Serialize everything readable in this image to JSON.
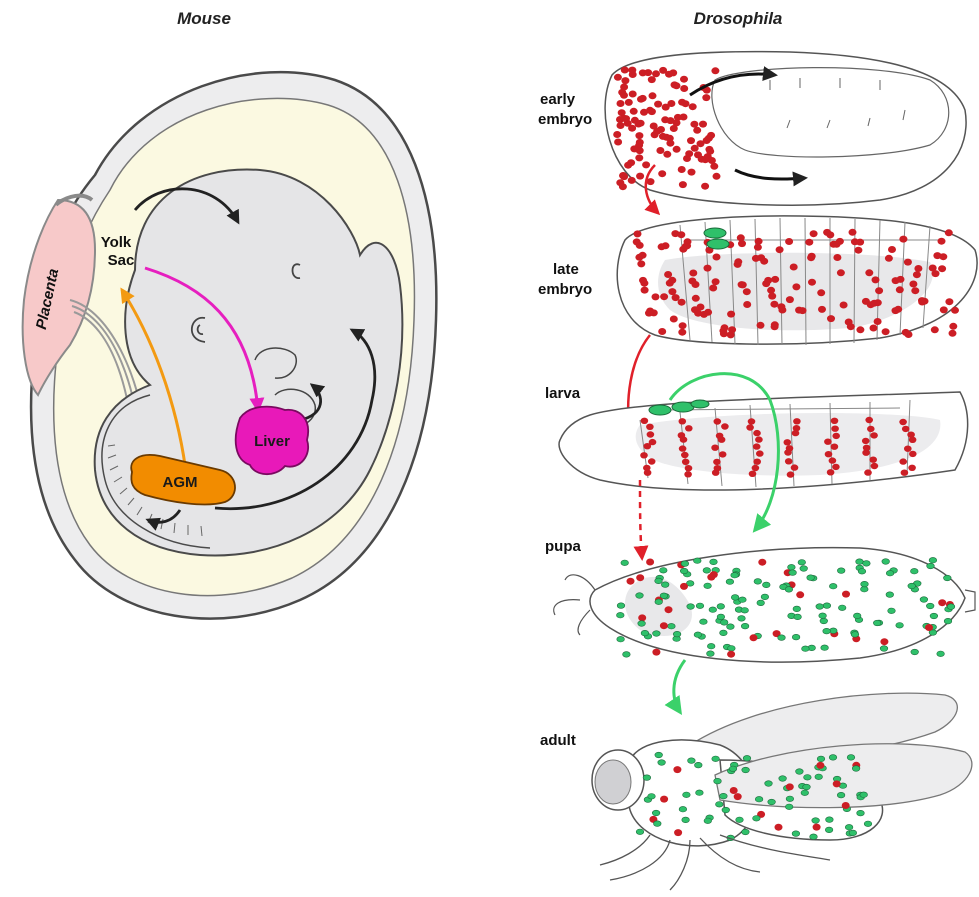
{
  "panels": {
    "mouse": {
      "title": "Mouse",
      "labels": {
        "yolk_sac_line1": "Yolk",
        "yolk_sac_line2": "Sac",
        "placenta": "Placenta",
        "agm": "AGM",
        "liver": "Liver"
      }
    },
    "drosophila": {
      "title": "Drosophila",
      "stages": {
        "early_line1": "early",
        "early_line2": "embryo",
        "late_line1": "late",
        "late_line2": "embryo",
        "larva": "larva",
        "pupa": "pupa",
        "adult": "adult"
      }
    }
  },
  "colors": {
    "yolk_fill": "#fbf9e1",
    "embryo_fill": "#e5e5e7",
    "placenta_fill": "#f7c9c9",
    "agm": "#f28c00",
    "liver": "#e819b9",
    "yolk_arrow": "#e61fbf",
    "agm_arrow": "#f39a12",
    "red_cell": "#cc1e25",
    "green_cell": "#2fc06a",
    "green_arrow": "#3bd16a",
    "red_arrow": "#e0202a"
  }
}
